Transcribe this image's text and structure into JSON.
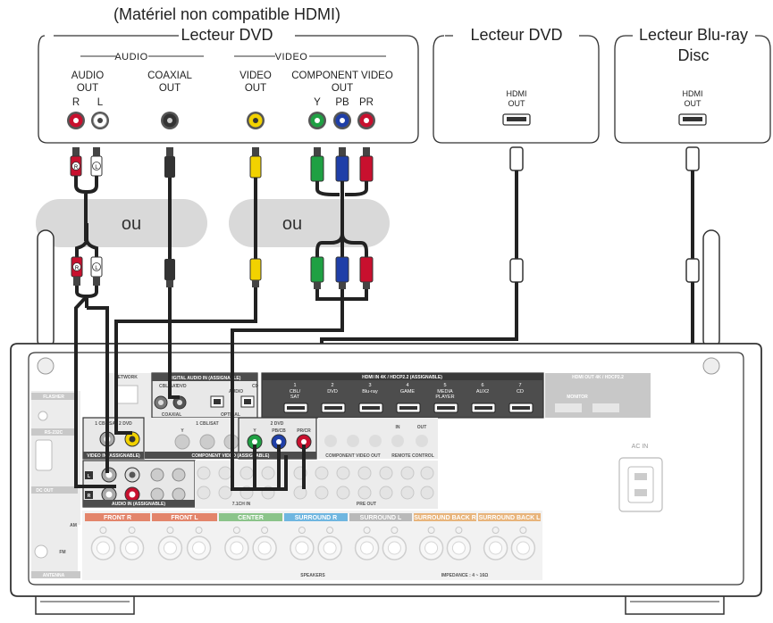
{
  "header": {
    "incompatible_note": "(Matériel non compatible HDMI)",
    "dvd_player_title": "Lecteur DVD",
    "dvd_player_hdmi_title": "Lecteur DVD",
    "bluray_title_line1": "Lecteur Blu-ray",
    "bluray_title_line2": "Disc"
  },
  "legacy_player": {
    "audio_section": "AUDIO",
    "video_section": "VIDEO",
    "audio_out_line1": "AUDIO",
    "audio_out_line2": "OUT",
    "audio_r": "R",
    "audio_l": "L",
    "coaxial_line1": "COAXIAL",
    "coaxial_line2": "OUT",
    "video_out_line1": "VIDEO",
    "video_out_line2": "OUT",
    "component_line1": "COMPONENT VIDEO",
    "component_line2": "OUT",
    "comp_y": "Y",
    "comp_pb": "PB",
    "comp_pr": "PR"
  },
  "hdmi_players": {
    "dvd_hdmi_line1": "HDMI",
    "dvd_hdmi_line2": "OUT",
    "bd_hdmi_line1": "HDMI",
    "bd_hdmi_line2": "OUT"
  },
  "choices": {
    "ou_left": "ou",
    "ou_right": "ou"
  },
  "receiver": {
    "network": "NETWORK",
    "digital_audio_in": "DIGITAL AUDIO IN (ASSIGNABLE)",
    "cbl_sat": "CBL/SAT",
    "dvd": "DVD",
    "tv_audio": "AUDIO",
    "cd": "CD",
    "coaxial": "COAXIAL",
    "optical": "OPTICAL",
    "hdmi_in": "HDMI IN 4K / HDCP2.2 (ASSIGNABLE)",
    "hdmi_inputs": [
      {
        "num": "1",
        "name": "CBL/ SAT"
      },
      {
        "num": "2",
        "name": "DVD"
      },
      {
        "num": "3",
        "name": "Blu-ray"
      },
      {
        "num": "4",
        "name": "GAME"
      },
      {
        "num": "5",
        "name": "MEDIA PLAYER"
      },
      {
        "num": "6",
        "name": "AUX2"
      },
      {
        "num": "7",
        "name": "CD"
      }
    ],
    "hdmi_out": "HDMI OUT 4K / HDCP2.2",
    "monitor": "MONITOR",
    "video_in_top": "1 CBL/SAT   2 DVD",
    "video_in": "VIDEO IN (ASSIGNABLE)",
    "comp_in_top": "1 CBL/SAT",
    "comp_in_top2": "2 DVD",
    "component_video": "COMPONENT VIDEO (ASSIGNABLE)",
    "comp_y": "Y",
    "comp_pb": "PB/CB",
    "comp_pr": "PR/CR",
    "audio_in": "AUDIO IN (ASSIGNABLE)",
    "pre_out": "PRE OUT",
    "ch71_in": "7.1CH IN",
    "remote_control": "REMOTE CONTROL",
    "component_video_out": "COMPONENT VIDEO OUT",
    "in": "IN",
    "out": "OUT",
    "flasher": "FLASHER",
    "rs232c": "RS-232C",
    "dc_out": "DC OUT",
    "antenna": "ANTENNA",
    "am": "AM",
    "fm": "FM",
    "ac_in": "AC IN",
    "speakers": "SPEAKERS",
    "impedance": "IMPEDANCE : 4 ~ 16Ω",
    "speaker_groups": [
      "FRONT R",
      "FRONT L",
      "CENTER",
      "SURROUND R",
      "SURROUND L",
      "SURROUND BACK R",
      "SURROUND BACK L"
    ],
    "jack_r": "R",
    "jack_l": "L"
  },
  "colors": {
    "red": "#c8102e",
    "white": "#ffffff",
    "yellow": "#f2d200",
    "green": "#1fa043",
    "blue": "#1f3fa8",
    "black": "#222222",
    "choice_blob": "#d9d9d9",
    "panel_bg": "#e8e8e8",
    "panel_dark": "#4d4d4d",
    "front": "#e3856b",
    "center": "#8bc48a",
    "surround_r": "#6fb6e0",
    "surround_l": "#b9b9b9",
    "surround_back": "#e8b47b"
  }
}
